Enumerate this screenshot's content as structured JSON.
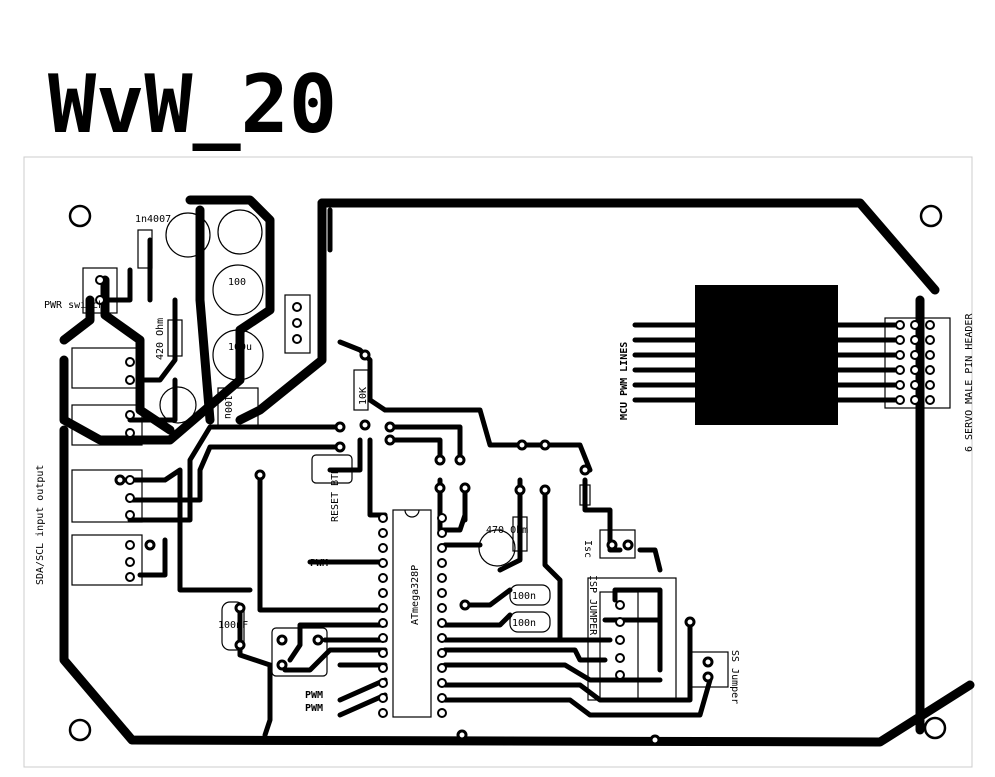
{
  "title": "WvW_20",
  "labels": {
    "diode": "1n4007",
    "pwr_switch": "PWR switch",
    "res_420": "420 Ohm",
    "cap_100a": "100",
    "cap_100b": "100u",
    "cap_100c": "100u",
    "res_10k": "10K",
    "reset": "RESET BTN",
    "sda_scl": "SDA/SCL input output",
    "pwm1": "PWM",
    "pwm2": "PWM",
    "pwm3": "PWM",
    "chip": "ATmega328P",
    "res_470": "470 Ohm",
    "cap_100n": "100nF",
    "cap_100n_a": "100n",
    "cap_100n_b": "100n",
    "isp_jumper": "ISP JUMPER",
    "ss_jumper": "SS Jumper",
    "mcu_pwm": "MCU PWM LINES",
    "servo_header": "6 SERVO MALE PIN HEADER",
    "icsp": "Isc"
  },
  "colors": {
    "ink": "#000000",
    "board": "#ffffff",
    "edge": "#cccccc"
  }
}
